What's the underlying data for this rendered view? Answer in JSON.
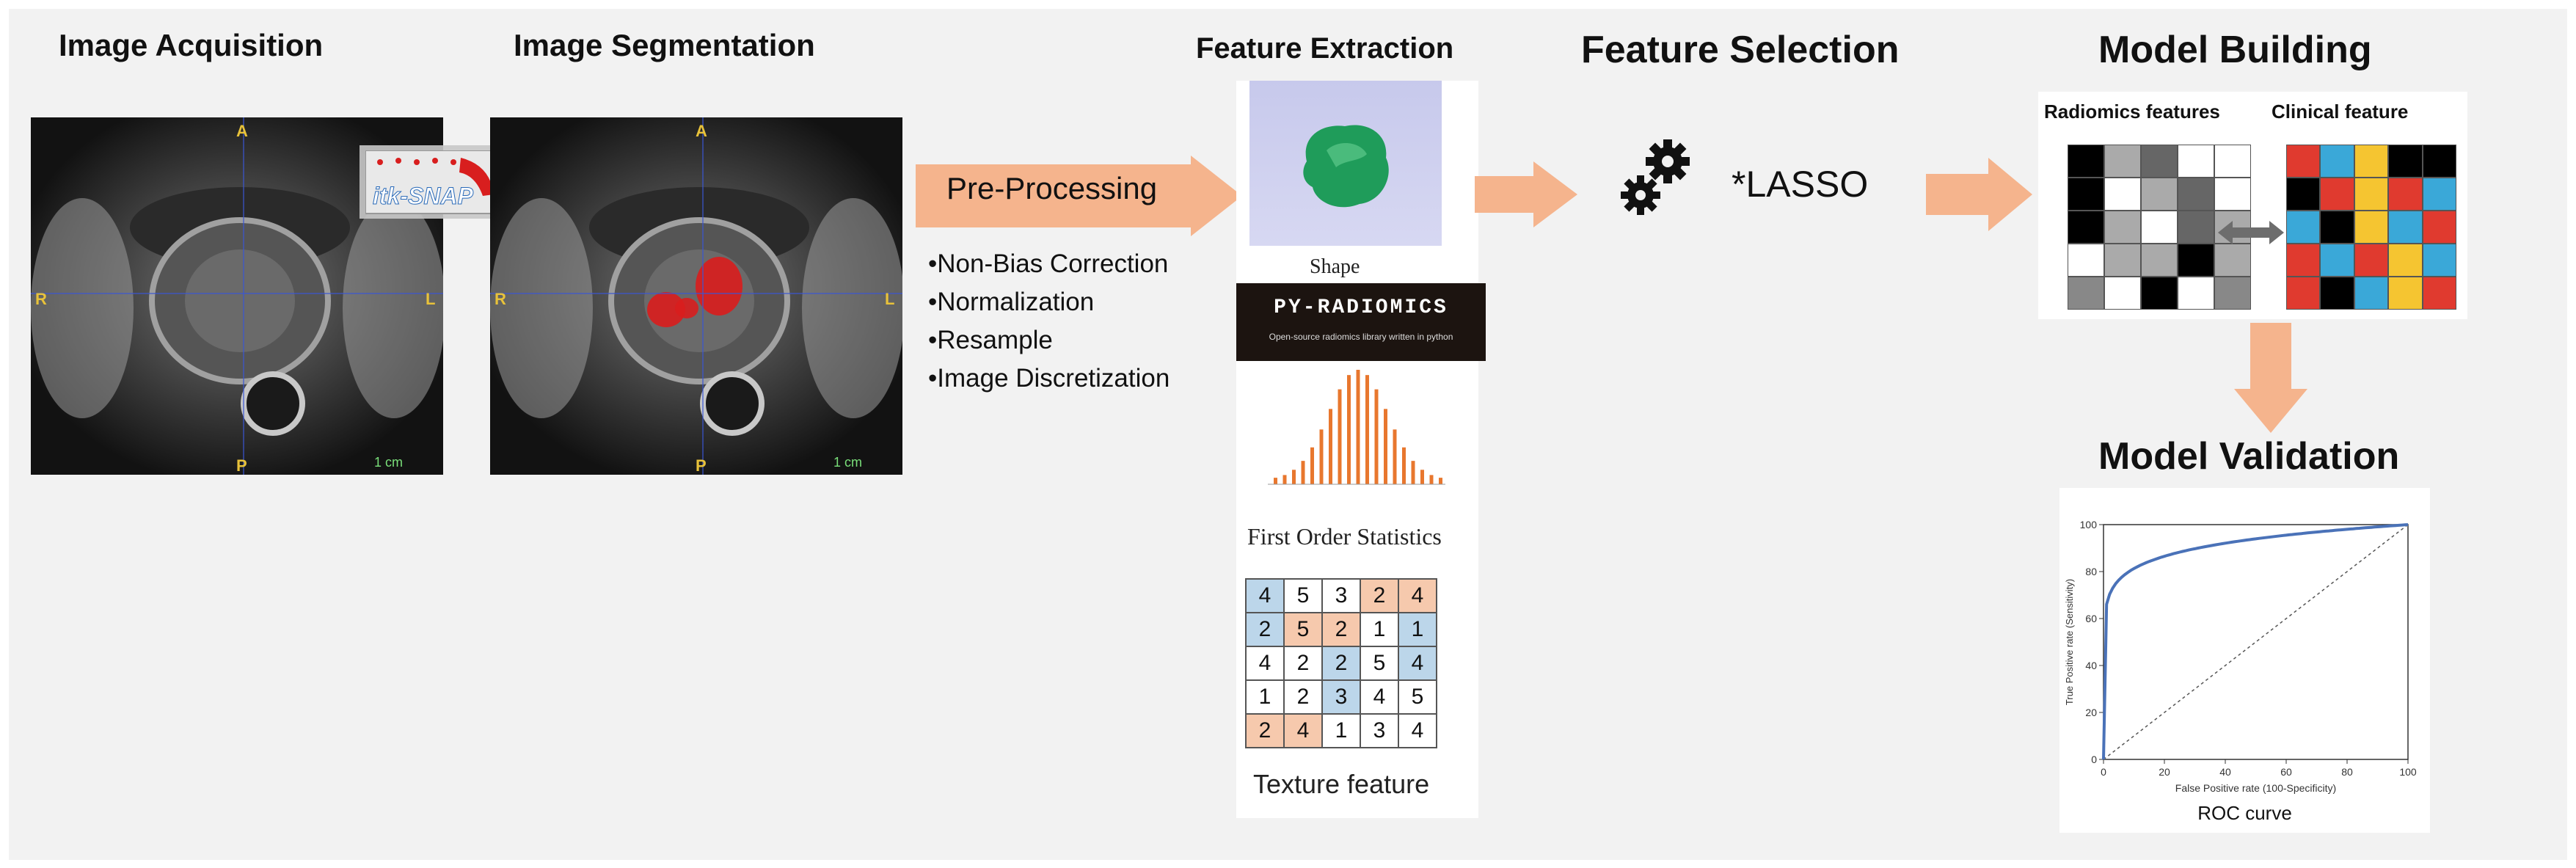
{
  "stages": {
    "acquisition": "Image Acquisition",
    "segmentation": "Image Segmentation",
    "extraction": "Feature Extraction",
    "selection": "Feature Selection",
    "building": "Model Building",
    "validation": "Model Validation"
  },
  "mri": {
    "orient_top": "A",
    "orient_bottom": "P",
    "orient_left": "R",
    "orient_right": "L",
    "scale_label": "1 cm"
  },
  "itksnap_label": "itk-SNAP",
  "preprocessing": {
    "label": "Pre-Processing",
    "steps": [
      "•Non-Bias Correction",
      "•Normalization",
      "•Resample",
      "•Image Discretization"
    ]
  },
  "extraction": {
    "shape_caption": "Shape",
    "pyradiomics_title": "PY-RADIOMICS",
    "pyradiomics_subtitle": "Open-source radiomics library written in python",
    "first_order_caption": "First Order Statistics",
    "texture_caption": "Texture feature",
    "texture_matrix": [
      [
        {
          "v": "4",
          "c": "blue"
        },
        {
          "v": "5",
          "c": ""
        },
        {
          "v": "3",
          "c": ""
        },
        {
          "v": "2",
          "c": "orange"
        },
        {
          "v": "4",
          "c": "orange"
        }
      ],
      [
        {
          "v": "2",
          "c": "blue"
        },
        {
          "v": "5",
          "c": "orange"
        },
        {
          "v": "2",
          "c": "orange"
        },
        {
          "v": "1",
          "c": ""
        },
        {
          "v": "1",
          "c": "blue"
        }
      ],
      [
        {
          "v": "4",
          "c": ""
        },
        {
          "v": "2",
          "c": ""
        },
        {
          "v": "2",
          "c": "blue"
        },
        {
          "v": "5",
          "c": ""
        },
        {
          "v": "4",
          "c": "blue"
        }
      ],
      [
        {
          "v": "1",
          "c": ""
        },
        {
          "v": "2",
          "c": ""
        },
        {
          "v": "3",
          "c": "blue"
        },
        {
          "v": "4",
          "c": ""
        },
        {
          "v": "5",
          "c": ""
        }
      ],
      [
        {
          "v": "2",
          "c": "orange"
        },
        {
          "v": "4",
          "c": "orange"
        },
        {
          "v": "1",
          "c": ""
        },
        {
          "v": "3",
          "c": ""
        },
        {
          "v": "4",
          "c": ""
        }
      ]
    ]
  },
  "selection": {
    "method": "*LASSO",
    "icon": "gears-icon"
  },
  "building": {
    "radiomics_label": "Radiomics features",
    "clinical_label": "Clinical feature",
    "radiomics_grid": [
      [
        "#000000",
        "#aaaaaa",
        "#666666",
        "#ffffff",
        "#ffffff"
      ],
      [
        "#000000",
        "#ffffff",
        "#aaaaaa",
        "#666666",
        "#ffffff"
      ],
      [
        "#000000",
        "#aaaaaa",
        "#ffffff",
        "#666666",
        "#aaaaaa"
      ],
      [
        "#ffffff",
        "#aaaaaa",
        "#aaaaaa",
        "#000000",
        "#aaaaaa"
      ],
      [
        "#888888",
        "#ffffff",
        "#000000",
        "#ffffff",
        "#888888"
      ]
    ],
    "clinical_grid": [
      [
        "#e03a2f",
        "#3aa8d8",
        "#f5c531",
        "#000000",
        "#000000"
      ],
      [
        "#000000",
        "#e03a2f",
        "#f5c531",
        "#e03a2f",
        "#3aa8d8"
      ],
      [
        "#3aa8d8",
        "#000000",
        "#f5c531",
        "#3aa8d8",
        "#e03a2f"
      ],
      [
        "#e03a2f",
        "#3aa8d8",
        "#e03a2f",
        "#f5c531",
        "#3aa8d8"
      ],
      [
        "#e03a2f",
        "#000000",
        "#3aa8d8",
        "#f5c531",
        "#e03a2f"
      ]
    ]
  },
  "roc": {
    "caption": "ROC curve",
    "xlabel": "False Positive rate (100-Specificity)",
    "ylabel": "True Positive rate (Sensitivity)",
    "ticks": [
      0,
      20,
      40,
      60,
      80,
      100
    ]
  },
  "colors": {
    "arrow": "#f5b48d",
    "bar": "#e8772e",
    "roc_curve": "#4a72b8",
    "blob": "#1f9c5a",
    "segmentation": "#d81e1e"
  }
}
